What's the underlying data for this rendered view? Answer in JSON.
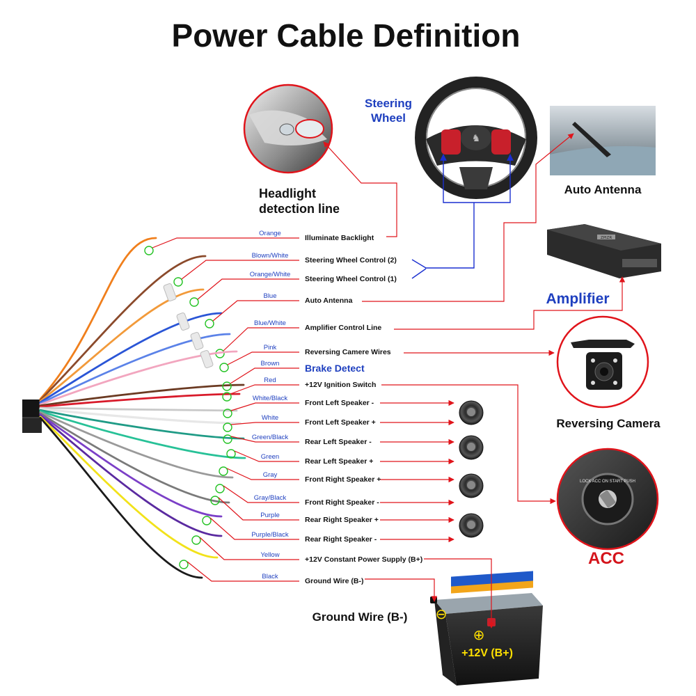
{
  "title": "Power Cable Definition",
  "colors": {
    "accent_red": "#e0141b",
    "label_blue": "#1e3fbf",
    "ring_green": "#22c222"
  },
  "steering_wheel": {
    "label": "Steering Wheel",
    "line1": "Steering",
    "line2": "Wheel"
  },
  "headlight": {
    "line1": "Headlight",
    "line2": "detection line"
  },
  "auto_antenna_label": "Auto Antenna",
  "amplifier_label": "Amplifier",
  "amplifier_badge": "ZPIZR",
  "reversing_camera_label": "Reversing Camera",
  "acc_label": "ACC",
  "acc_key_text": "LOCK ACC ON START PUSH",
  "brake_detect": "Brake Detect",
  "ground_wire_label": "Ground Wire (B-)",
  "battery": {
    "plus_label": "+12V  (B+)",
    "minus_symbol": "⊖",
    "plus_symbol": "⊕"
  },
  "wires": [
    {
      "color_name": "Orange",
      "function": "Illuminate Backlight",
      "hex": "#f07f1c"
    },
    {
      "color_name": "Blown/White",
      "function": "Steering Wheel Control (2)",
      "hex": "#8b4a2b"
    },
    {
      "color_name": "Orange/White",
      "function": "Steering Wheel Control (1)",
      "hex": "#f29a3a"
    },
    {
      "color_name": "Blue",
      "function": "Auto Antenna",
      "hex": "#2a55d6"
    },
    {
      "color_name": "Blue/White",
      "function": "Amplifier Control Line",
      "hex": "#5b82e8"
    },
    {
      "color_name": "Pink",
      "function": "Reversing Camere Wires",
      "hex": "#f2a6bf"
    },
    {
      "color_name": "Brown",
      "function": "",
      "hex": "#6b3a22"
    },
    {
      "color_name": "Red",
      "function": "+12V  Ignition Switch",
      "hex": "#d81a2a"
    },
    {
      "color_name": "White/Black",
      "function": "Front Left Speaker -",
      "hex": "#c9c9c9"
    },
    {
      "color_name": "White",
      "function": "Front Left Speaker +",
      "hex": "#e7e7e7"
    },
    {
      "color_name": "Green/Black",
      "function": "Rear Left Speaker -",
      "hex": "#1f9b86"
    },
    {
      "color_name": "Green",
      "function": "Rear Left Speaker +",
      "hex": "#27c197"
    },
    {
      "color_name": "Gray",
      "function": "Front Right Speaker +",
      "hex": "#9a9a9a"
    },
    {
      "color_name": "Gray/Black",
      "function": "Front Right Speaker -",
      "hex": "#7a7a7a"
    },
    {
      "color_name": "Purple",
      "function": "Rear Right Speaker +",
      "hex": "#7b3fc7"
    },
    {
      "color_name": "Purple/Black",
      "function": "Rear Right Speaker -",
      "hex": "#5a2aa0"
    },
    {
      "color_name": "Yellow",
      "function": "+12V Constant Power Supply (B+)",
      "hex": "#f2e21a"
    },
    {
      "color_name": "Black",
      "function": "Ground Wire (B-)",
      "hex": "#1a1a1a"
    }
  ]
}
